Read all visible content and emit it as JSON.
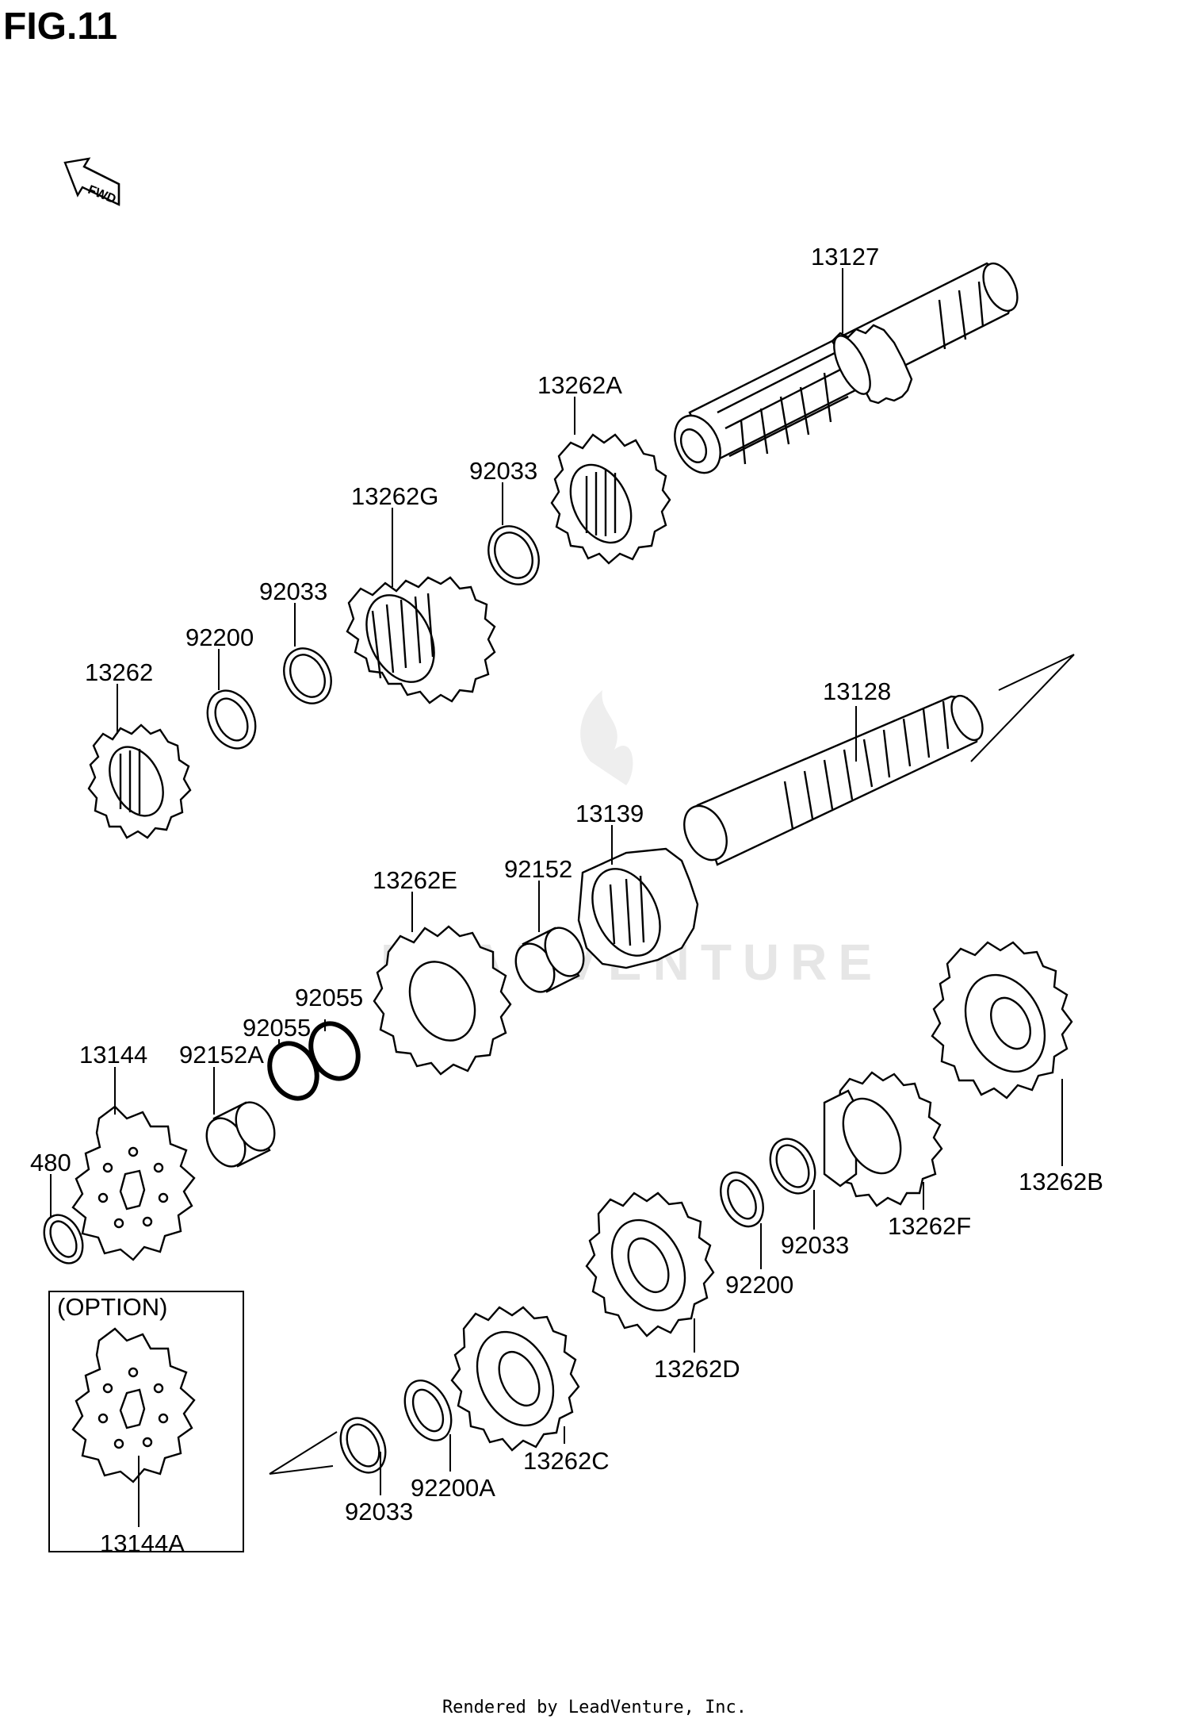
{
  "figure": {
    "title": "FIG.11",
    "fwd_arrow_text": "FWD",
    "watermark_text": "LEADVENTURE",
    "footer": "Rendered by LeadVenture, Inc.",
    "option_label": "(OPTION)"
  },
  "part_labels": [
    "13127",
    "13262A",
    "92033",
    "13262G",
    "92033",
    "92200",
    "13262",
    "13128",
    "13139",
    "92152",
    "13262E",
    "92055",
    "92055",
    "92152A",
    "13144",
    "480",
    "13262B",
    "13262F",
    "92033",
    "92200",
    "13262D",
    "13262C",
    "92200A",
    "92033",
    "13144A"
  ]
}
